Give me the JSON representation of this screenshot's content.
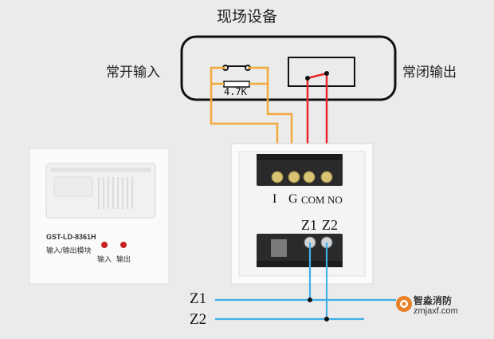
{
  "diagram": {
    "title": "现场设备",
    "left_label": "常开输入",
    "right_label": "常闭输出",
    "resistor_value": "4.7K",
    "terminals": [
      "I",
      "G",
      "COM",
      "NO"
    ],
    "terminals_lower": [
      "Z1",
      "Z2"
    ],
    "bus_labels": [
      "Z1",
      "Z2"
    ]
  },
  "product": {
    "model": "GST-LD-8361H",
    "name": "输入/输出模块",
    "led_labels": [
      "输入",
      "输出"
    ]
  },
  "watermark": {
    "brand": "智淼消防",
    "url": "zmjaxf.com"
  },
  "colors": {
    "orange_wire": "#f2a93b",
    "red_wire": "#e8262b",
    "bus_wire": "#3fb0e8",
    "led": "#c8231f"
  }
}
